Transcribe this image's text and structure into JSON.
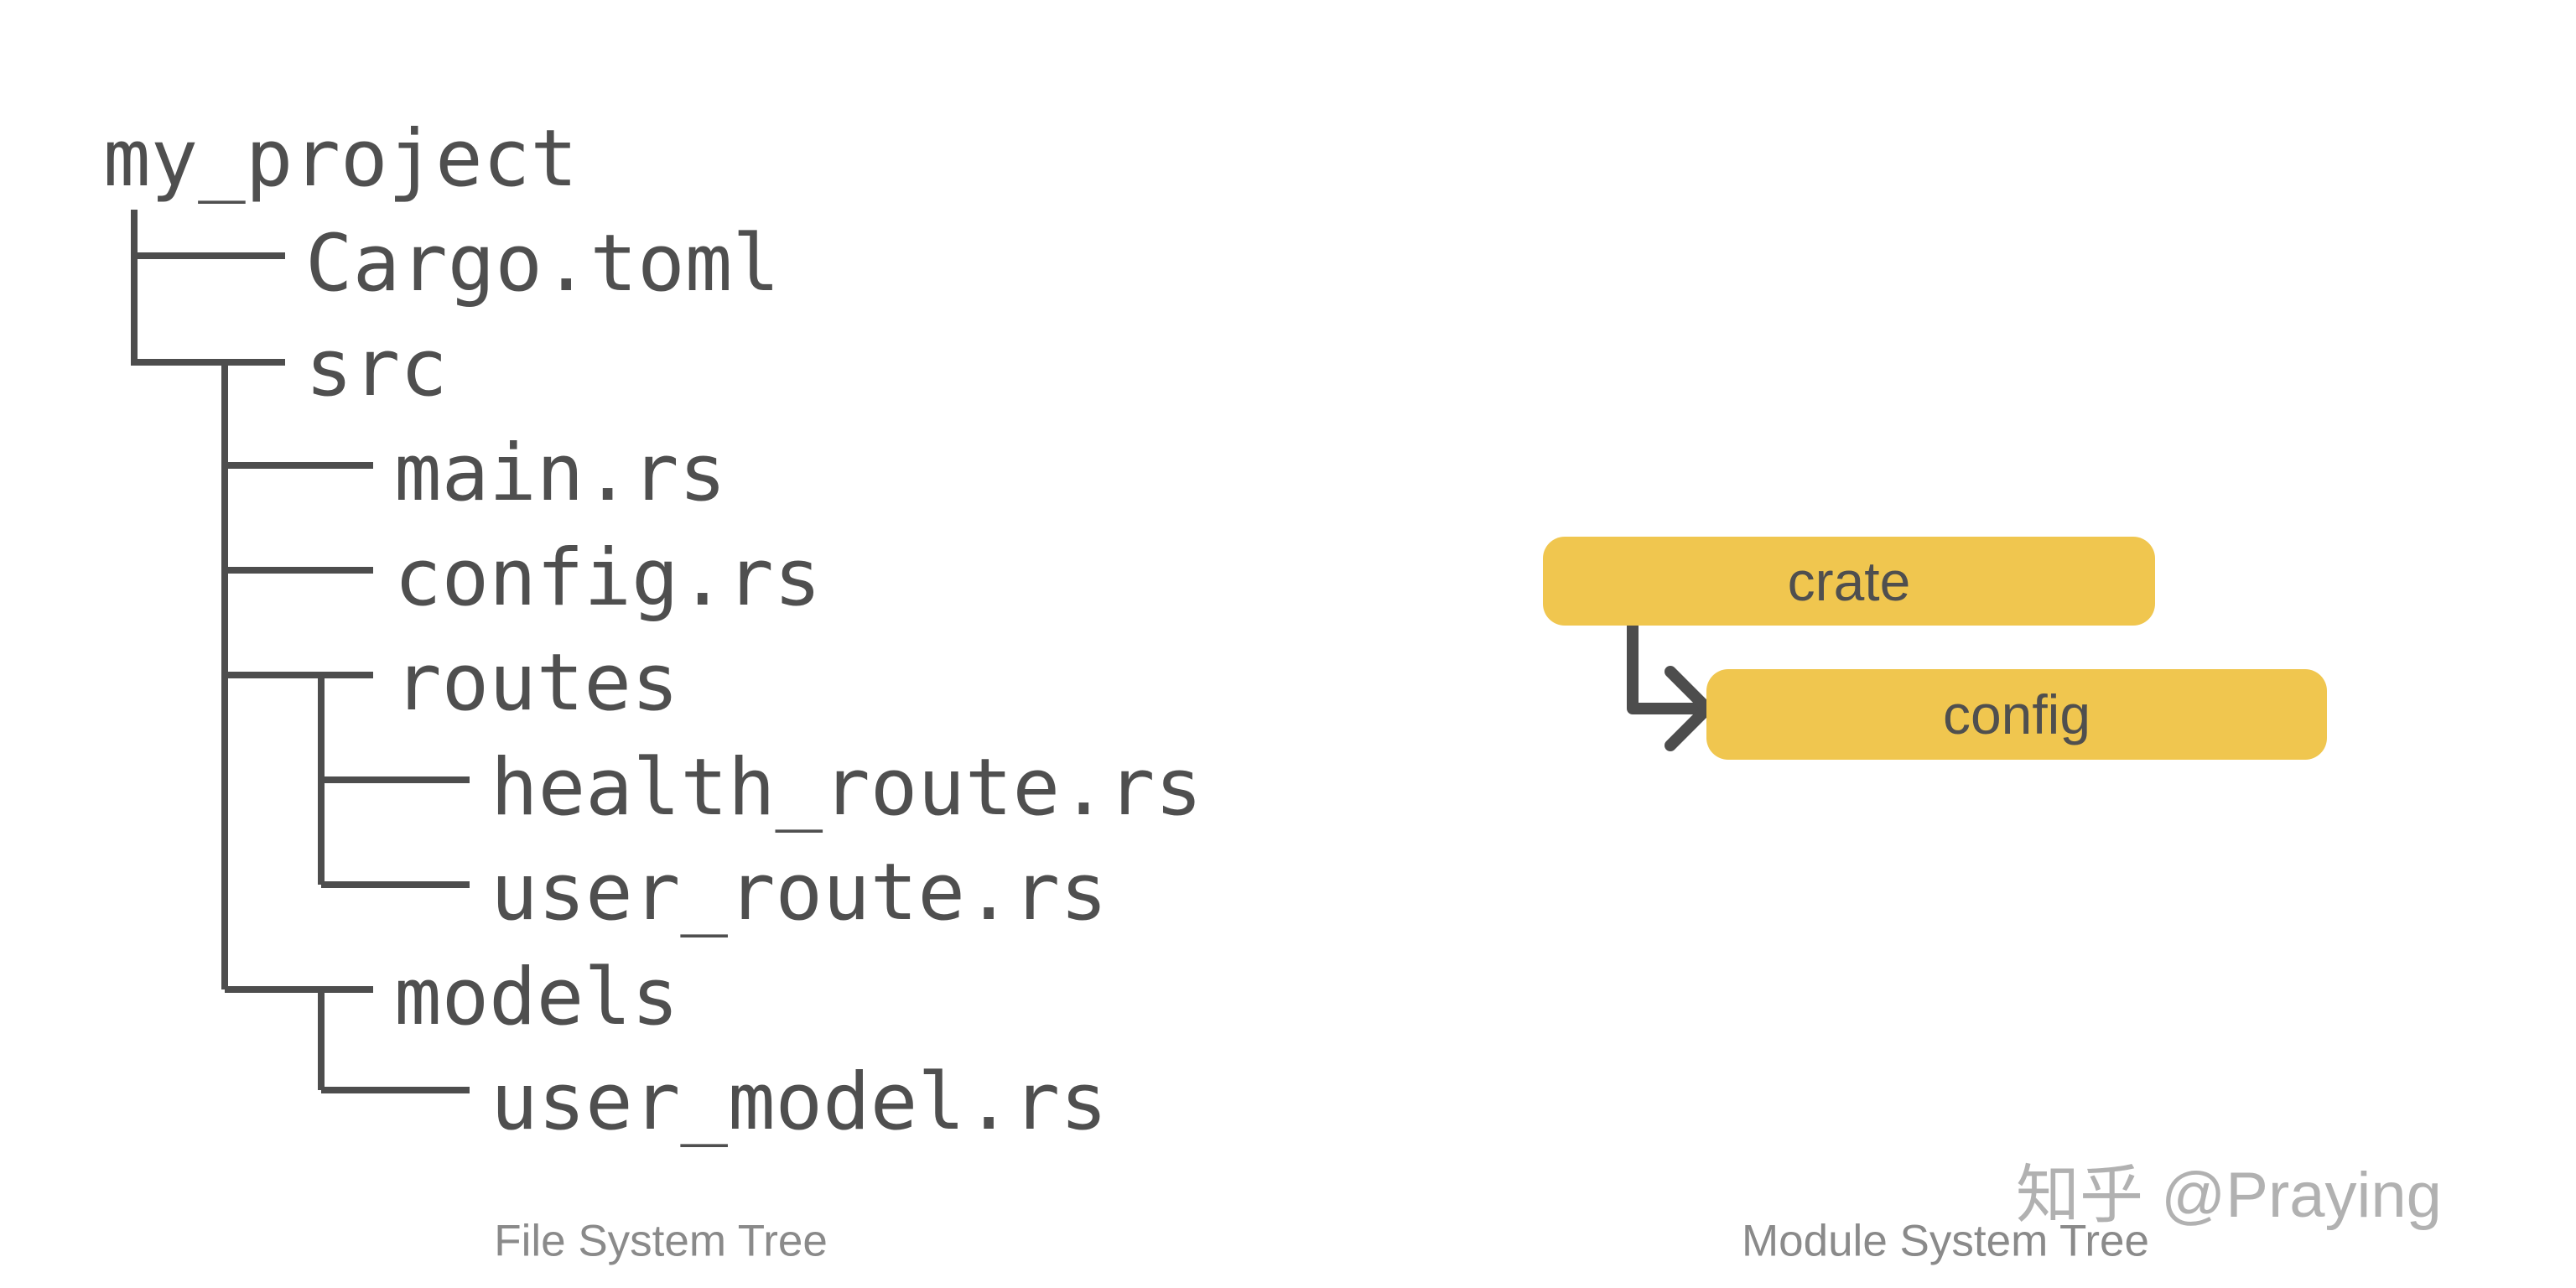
{
  "diagram": {
    "file_tree": {
      "caption": "File System Tree",
      "nodes": [
        {
          "label": "my_project",
          "depth": 0
        },
        {
          "label": "Cargo.toml",
          "depth": 1
        },
        {
          "label": "src",
          "depth": 1
        },
        {
          "label": "main.rs",
          "depth": 2
        },
        {
          "label": "config.rs",
          "depth": 2
        },
        {
          "label": "routes",
          "depth": 2
        },
        {
          "label": "health_route.rs",
          "depth": 3
        },
        {
          "label": "user_route.rs",
          "depth": 3
        },
        {
          "label": "models",
          "depth": 2
        },
        {
          "label": "user_model.rs",
          "depth": 3
        }
      ]
    },
    "module_tree": {
      "caption": "Module System Tree",
      "nodes": [
        {
          "label": "crate"
        },
        {
          "label": "config"
        }
      ],
      "edges": [
        {
          "from": "crate",
          "to": "config"
        }
      ],
      "box_color": "#F0C64F"
    },
    "watermark": {
      "text": "知乎 @Praying"
    },
    "colors": {
      "background": "#FFFFFF",
      "tree_line": "#4D4D4D",
      "tree_text": "#4F4F4F",
      "box_fill": "#F0C64F",
      "box_text": "#4F4F4F",
      "caption": "#8A8A8A",
      "watermark": "#A3A3A3"
    }
  }
}
